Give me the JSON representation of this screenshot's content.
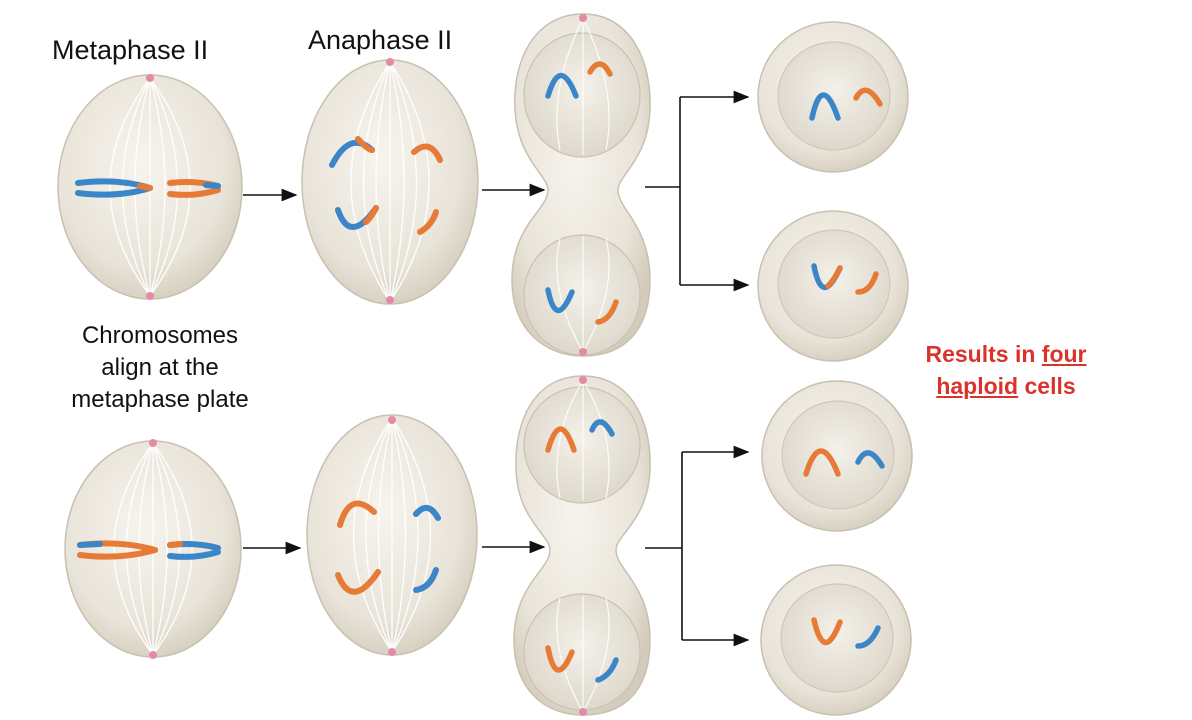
{
  "labels": {
    "metaphase": "Metaphase II",
    "anaphase": "Anaphase II",
    "chromosomes_l1": "Chromosomes",
    "chromosomes_l2": "align at the",
    "chromosomes_l3": "metaphase plate"
  },
  "result": {
    "part1": "Results in ",
    "part2": "four",
    "part3": "haploid",
    "part4": " cells"
  },
  "colors": {
    "cell": "#ebe6db",
    "cell_edge": "#c7bfae",
    "spindle": "#ffffff",
    "chromatid_blue": "#3b86c8",
    "chromatid_orange": "#e77a36",
    "centrosome": "#e58aa6",
    "result_text": "#d9342b"
  }
}
